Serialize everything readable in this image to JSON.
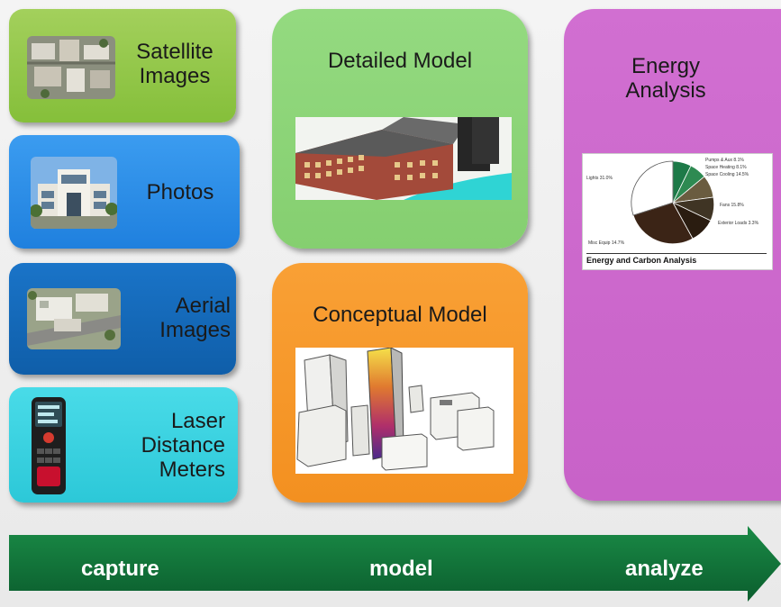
{
  "capture_sources": [
    {
      "line1": "Satellite",
      "line2": "Images",
      "icon": "satellite-image-icon"
    },
    {
      "line1": "Photos",
      "icon": "building-photo-icon"
    },
    {
      "line1": "Aerial",
      "line2": "Images",
      "icon": "aerial-image-icon"
    },
    {
      "line1": "Laser",
      "line2": "Distance",
      "line3": "Meters",
      "icon": "laser-meter-icon"
    }
  ],
  "models": {
    "detailed": {
      "title": "Detailed Model"
    },
    "conceptual": {
      "title": "Conceptual Model"
    }
  },
  "analysis": {
    "title_line1": "Energy",
    "title_line2": "Analysis",
    "chart_caption": "Energy and Carbon Analysis",
    "pie_labels": {
      "lights": "Lights 31.0%",
      "pumps": "Pumps & Aux 8.1%",
      "heating": "Space Heating 8.1%",
      "cooling": "Space Cooling 14.5%",
      "fans": "Fans 15.8%",
      "exterior": "Exterior Loads 3.3%",
      "misc": "Misc Equip 14.7%"
    }
  },
  "stages": {
    "capture": "capture",
    "model": "model",
    "analyze": "analyze"
  },
  "colors": {
    "satellite": "#8cc63f",
    "photos": "#2b8de8",
    "aerial": "#1467b8",
    "laser": "#35d1e0",
    "detailed": "#8dd67a",
    "conceptual": "#f7931e",
    "energy": "#cc66cc",
    "arrow": "#0e6b35"
  }
}
